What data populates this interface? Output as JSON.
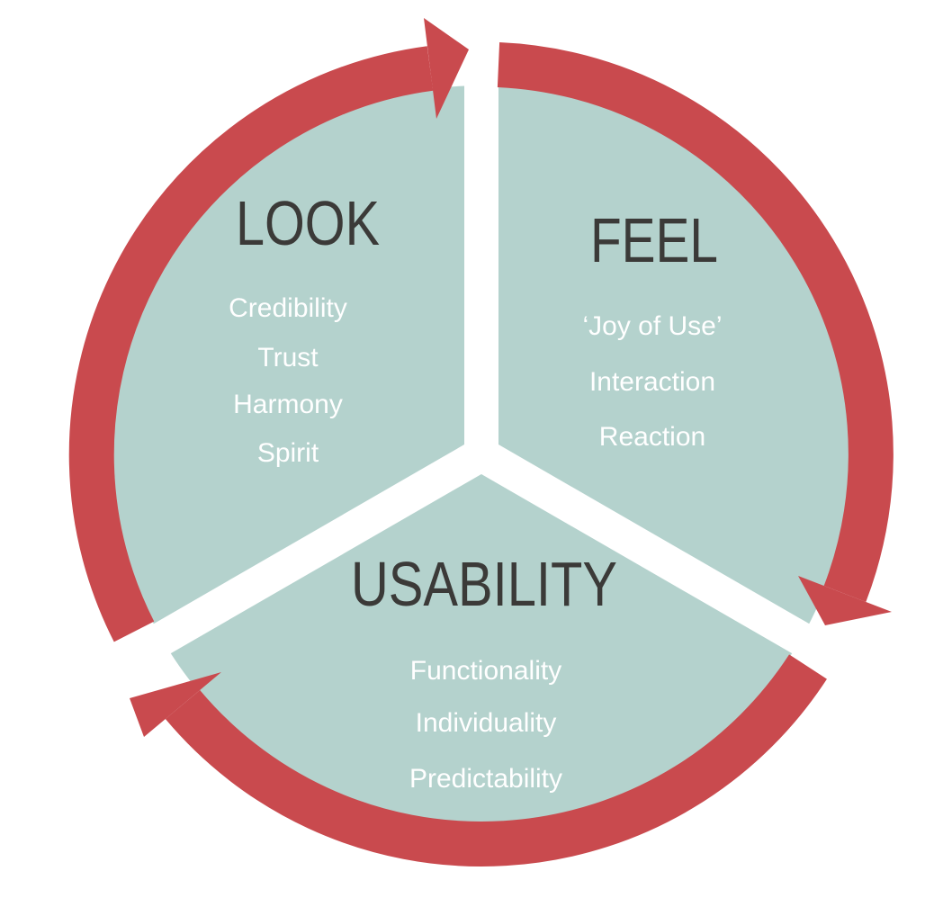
{
  "colors": {
    "ring": "#c94a4e",
    "segment": "#b4d2cd",
    "divider": "#ffffff",
    "title_text": "#3b3a38",
    "item_text": "#ffffff",
    "background": "#ffffff"
  },
  "ring": {
    "direction": "clockwise",
    "arrow_count": 3
  },
  "segments": [
    {
      "label": "LOOK",
      "items": [
        "Credibility",
        "Trust",
        "Harmony",
        "Spirit"
      ]
    },
    {
      "label": "FEEL",
      "items": [
        "‘Joy of Use’",
        "Interaction",
        "Reaction"
      ]
    },
    {
      "label": "USABILITY",
      "items": [
        "Functionality",
        "Individuality",
        "Predictability"
      ]
    }
  ]
}
